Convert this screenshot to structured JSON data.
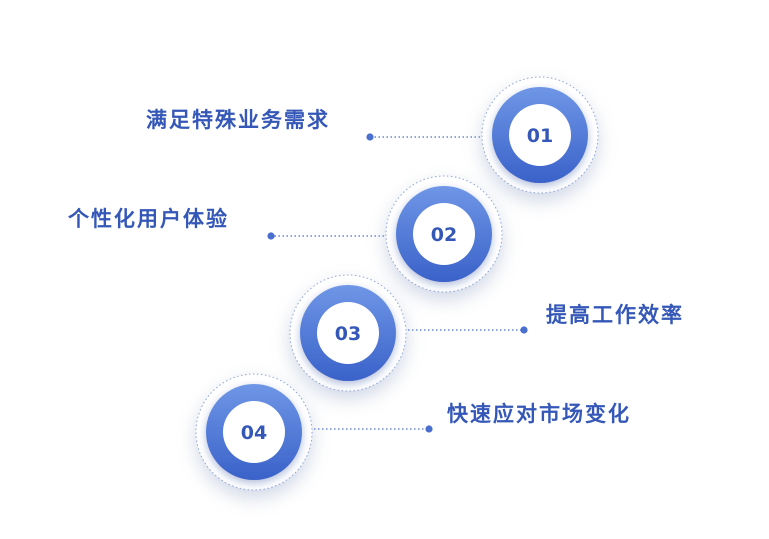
{
  "colors": {
    "accent": "#3b63c8",
    "accent_light": "#5b86e0",
    "text": "#3558b8",
    "dot": "#4a6fcf"
  },
  "steps": [
    {
      "number": "01",
      "label": "满足特殊业务需求"
    },
    {
      "number": "02",
      "label": "个性化用户体验"
    },
    {
      "number": "03",
      "label": "提高工作效率"
    },
    {
      "number": "04",
      "label": "快速应对市场变化"
    }
  ]
}
